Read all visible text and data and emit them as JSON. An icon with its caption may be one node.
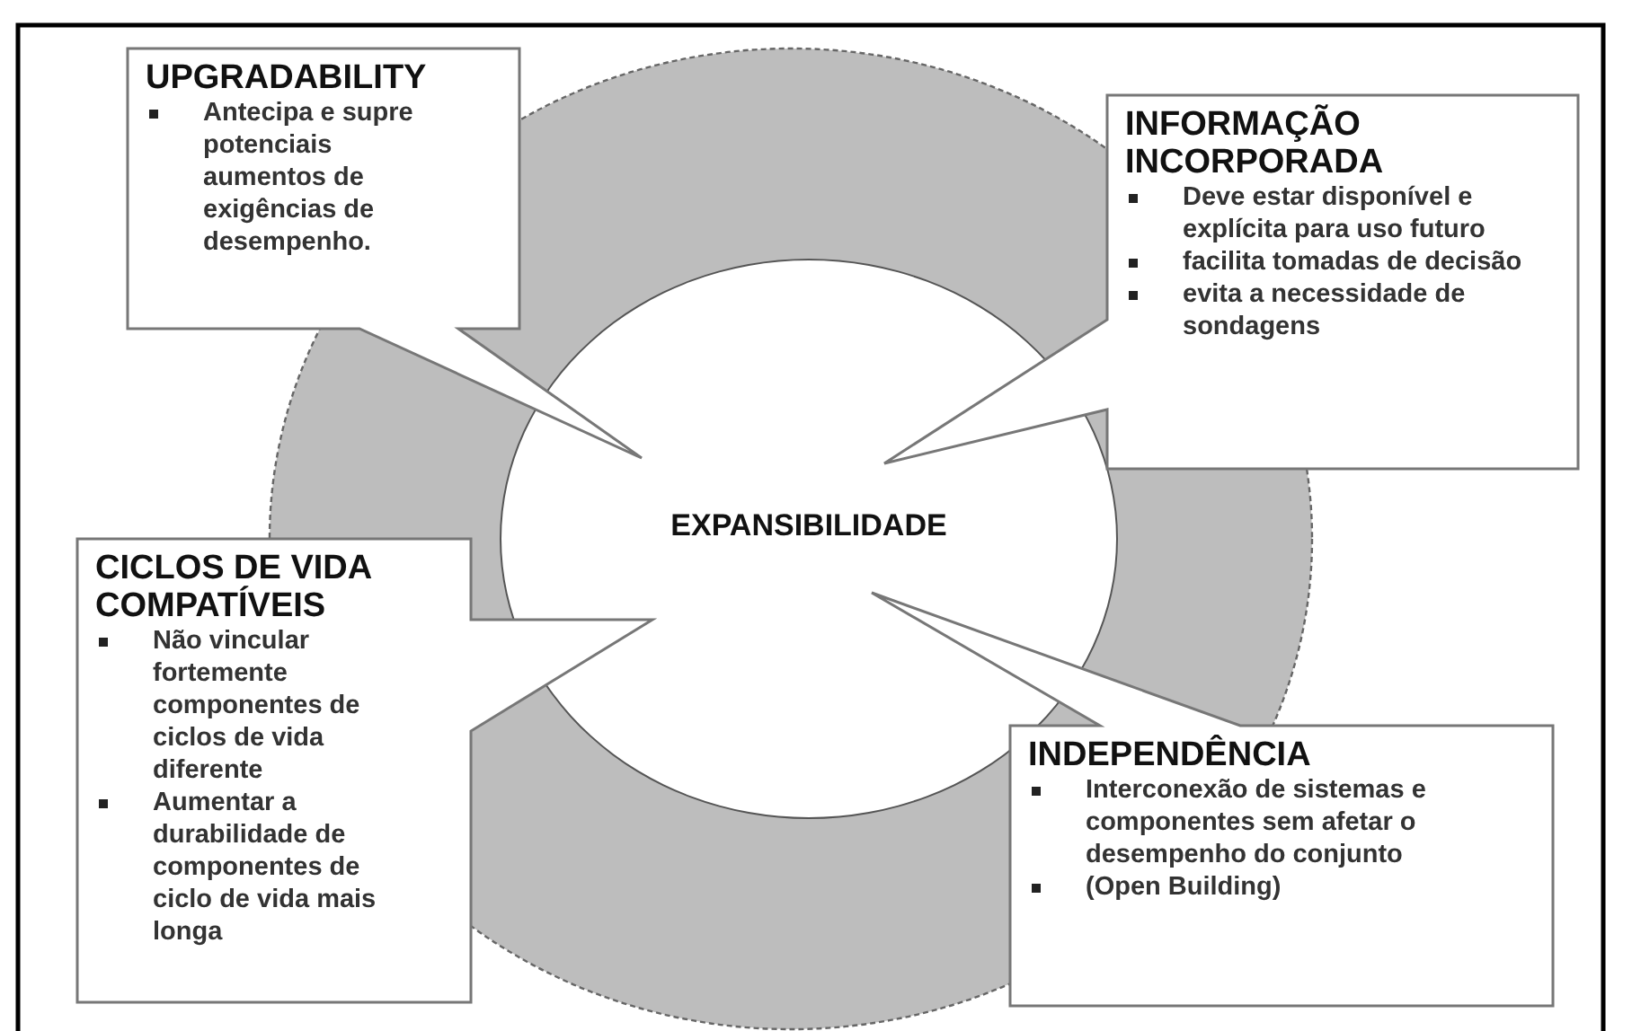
{
  "diagram": {
    "nodes": [
      {
        "text": [
          "EXPANSIBILIDADE"
        ]
      },
      {
        "text": [
          "UPGRADABILITY",
          "Antecipa e supre potenciais aumentos de exigências de desempenho."
        ]
      },
      {
        "text": [
          "INFORMAÇÃO INCORPORADA",
          "Deve estar disponível e explícita para uso futuro",
          "facilita tomadas de decisão",
          "evita a necessidade de sondagens"
        ]
      },
      {
        "text": [
          "CICLOS DE VIDA COMPATÍVEIS",
          "Não vincular fortemente componentes de ciclos de vida diferente",
          "Aumentar a durabilidade de componentes de ciclo de vida mais longa"
        ]
      },
      {
        "text": [
          "INDEPENDÊNCIA",
          "Interconexão de sistemas e componentes sem afetar o desempenho do conjunto",
          "(Open Building)"
        ]
      }
    ]
  }
}
